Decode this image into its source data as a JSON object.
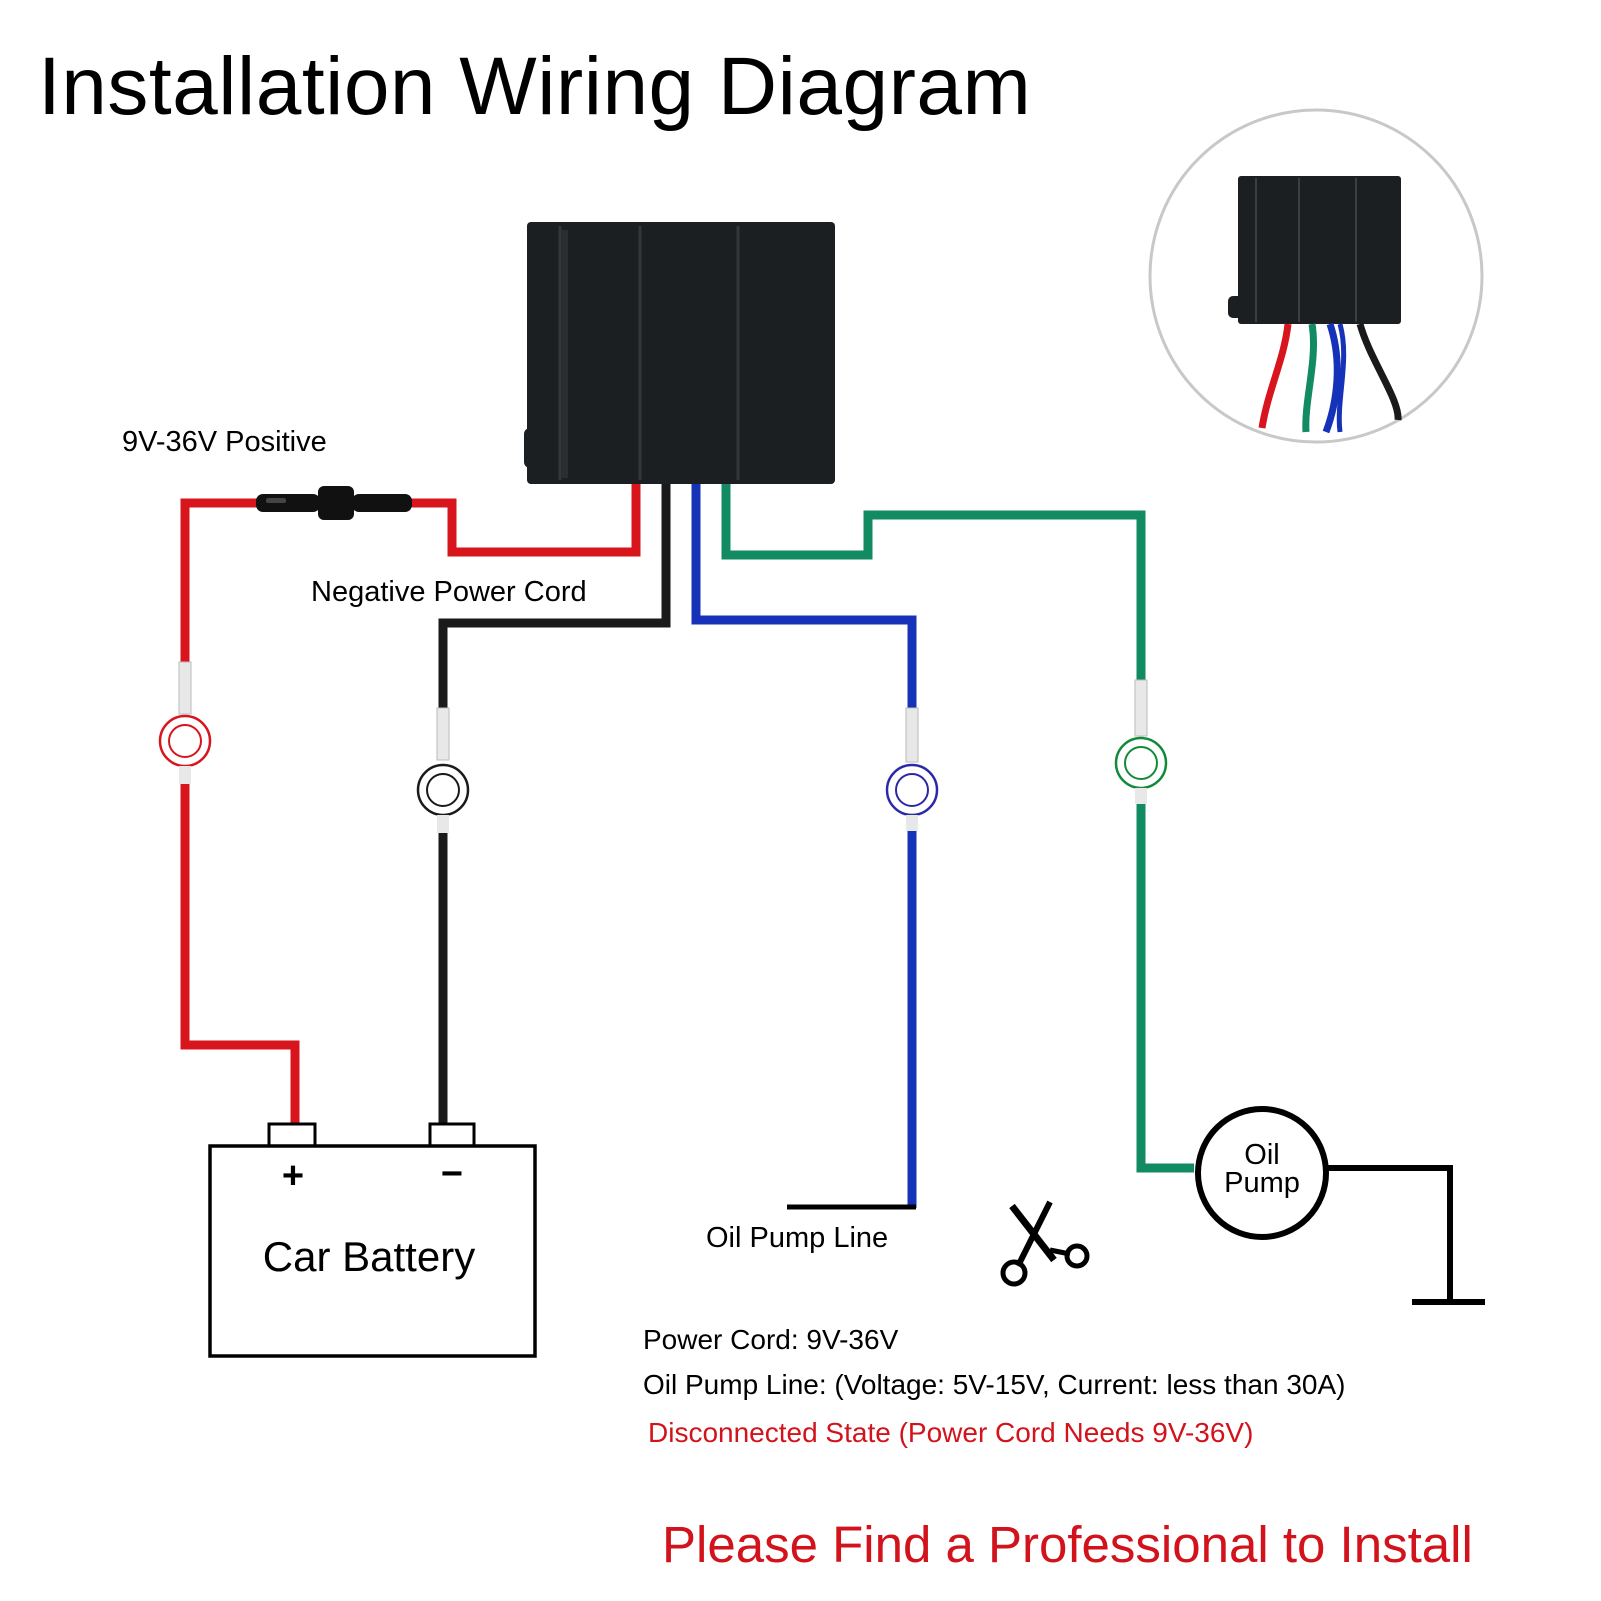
{
  "title": "Installation Wiring Diagram",
  "labels": {
    "positive": "9V-36V Positive",
    "negative": "Negative Power Cord",
    "oil_pump_line": "Oil Pump Line",
    "battery": "Car Battery",
    "battery_plus": "+",
    "battery_minus": "−",
    "pump_line1": "Oil",
    "pump_line2": "Pump"
  },
  "notes": {
    "power_cord": "Power Cord: 9V-36V",
    "oil_pump_line": "Oil Pump Line: (Voltage: 5V-15V, Current: less than 30A)",
    "disconnected": "Disconnected State (Power Cord Needs 9V-36V)"
  },
  "warning": "Please Find a Professional to Install",
  "colors": {
    "red_wire": "#d8141c",
    "black_wire": "#1a1a1a",
    "blue_wire": "#1532b8",
    "green_wire": "#128a62",
    "warning_text": "#d2131c",
    "relay_body": "#1c1f22"
  },
  "icons": [
    "relay-module",
    "fuse-icon",
    "scissors-icon",
    "ground-symbol",
    "ring-terminal-icon"
  ]
}
